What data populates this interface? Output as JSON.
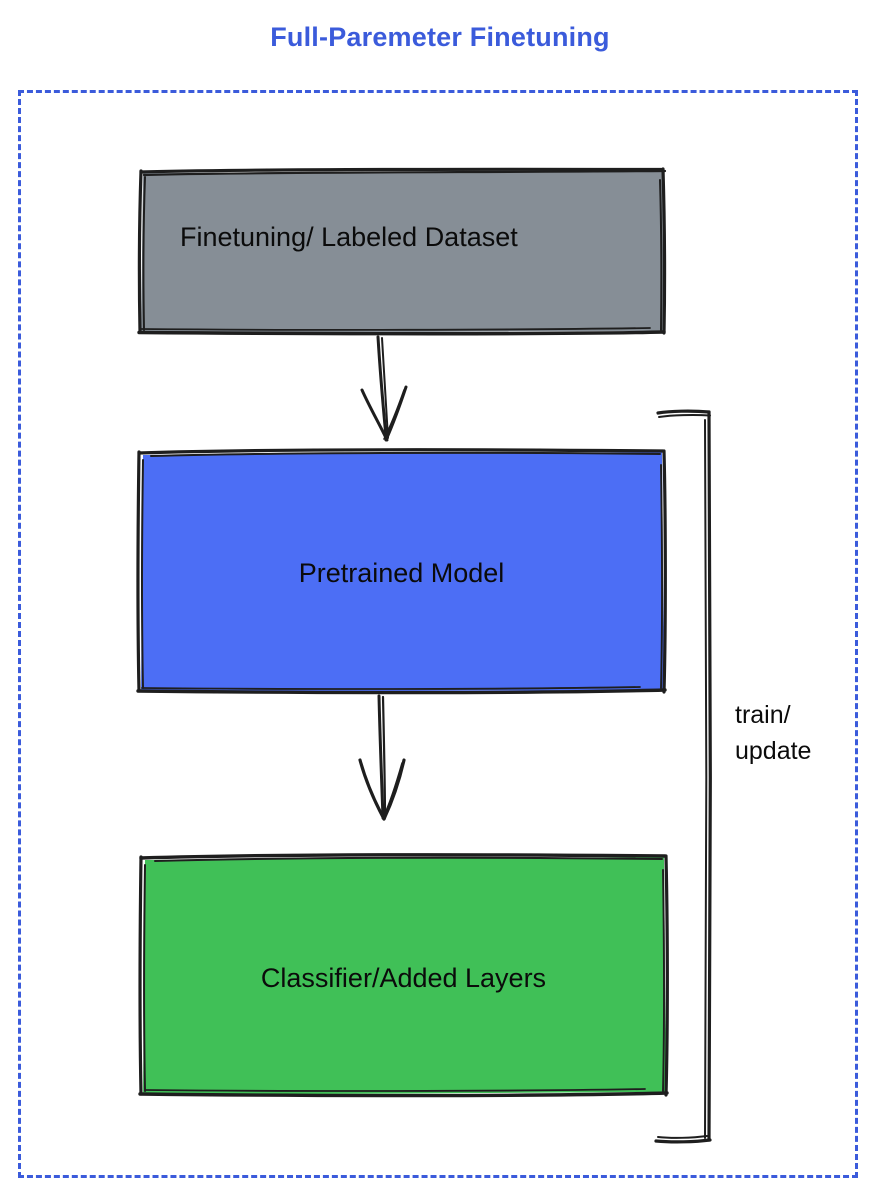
{
  "diagram": {
    "title": "Full-Paremeter Finetuning",
    "title_color": "#3b5bdb",
    "frame": {
      "style": "dashed",
      "color": "#3b5bdb"
    },
    "nodes": [
      {
        "id": "dataset",
        "label": "Finetuning/ Labeled Dataset",
        "fill": "#868e96",
        "stroke": "#1e1e1e",
        "shape": "rectangle"
      },
      {
        "id": "pretrained-model",
        "label": "Pretrained Model",
        "fill": "#4c6ef5",
        "stroke": "#1e1e1e",
        "shape": "rectangle"
      },
      {
        "id": "classifier",
        "label": "Classifier/Added Layers",
        "fill": "#40c057",
        "stroke": "#1e1e1e",
        "shape": "rectangle"
      }
    ],
    "edges": [
      {
        "id": "dataset-to-model",
        "from": "dataset",
        "to": "pretrained-model",
        "label": "",
        "arrow": "down"
      },
      {
        "id": "model-to-classifier",
        "from": "pretrained-model",
        "to": "classifier",
        "label": "",
        "arrow": "down"
      },
      {
        "id": "feedback-loop",
        "from": "classifier",
        "to": "pretrained-model",
        "label": "train/\nupdate",
        "arrow": "none"
      }
    ],
    "edge_labels": {
      "train_update": "train/\nupdate"
    }
  }
}
